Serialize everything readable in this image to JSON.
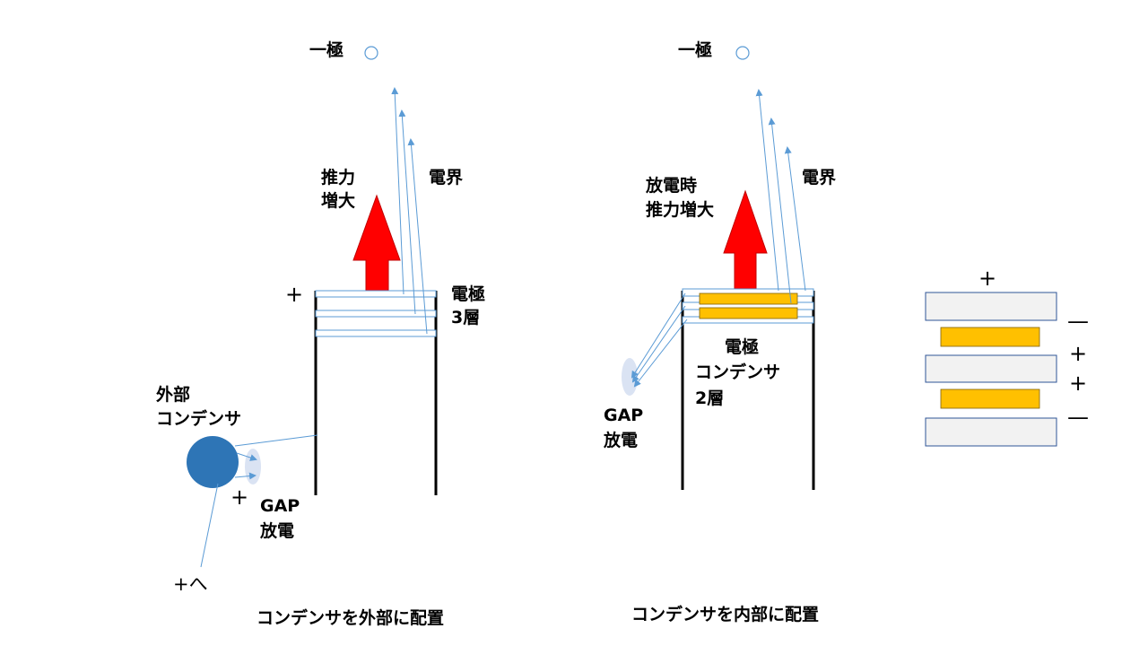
{
  "left_panel": {
    "minus_pole": "一極",
    "field": "電界",
    "thrust_line1": "推力",
    "thrust_line2": "増大",
    "plus": "+",
    "electrode_line1": "電極",
    "electrode_line2": "3層",
    "ext_cap_line1": "外部",
    "ext_cap_line2": "コンデンサ",
    "cap_plus": "+",
    "gap_line1": "GAP",
    "gap_line2": "放電",
    "to_plus": "+へ",
    "caption": "コンデンサを外部に配置"
  },
  "right_panel": {
    "minus_pole": "一極",
    "field": "電界",
    "thrust_line1": "放電時",
    "thrust_line2": "推力増大",
    "electrode_line1": "電極",
    "electrode_line2": "コンデンサ",
    "electrode_line3": "2層",
    "gap_line1": "GAP",
    "gap_line2": "放電",
    "caption": "コンデンサを内部に配置"
  },
  "stack": {
    "top_sign": "+",
    "signs": [
      "—",
      "+",
      "+",
      "—"
    ]
  },
  "colors": {
    "thrust_arrow": "#ff0000",
    "field_lines": "#5b9bd5",
    "capacitor": "#2e75b6",
    "capacitor_layer": "#ffc000",
    "gap_glow": "#dae3f3",
    "plate": "#f2f2f2"
  }
}
